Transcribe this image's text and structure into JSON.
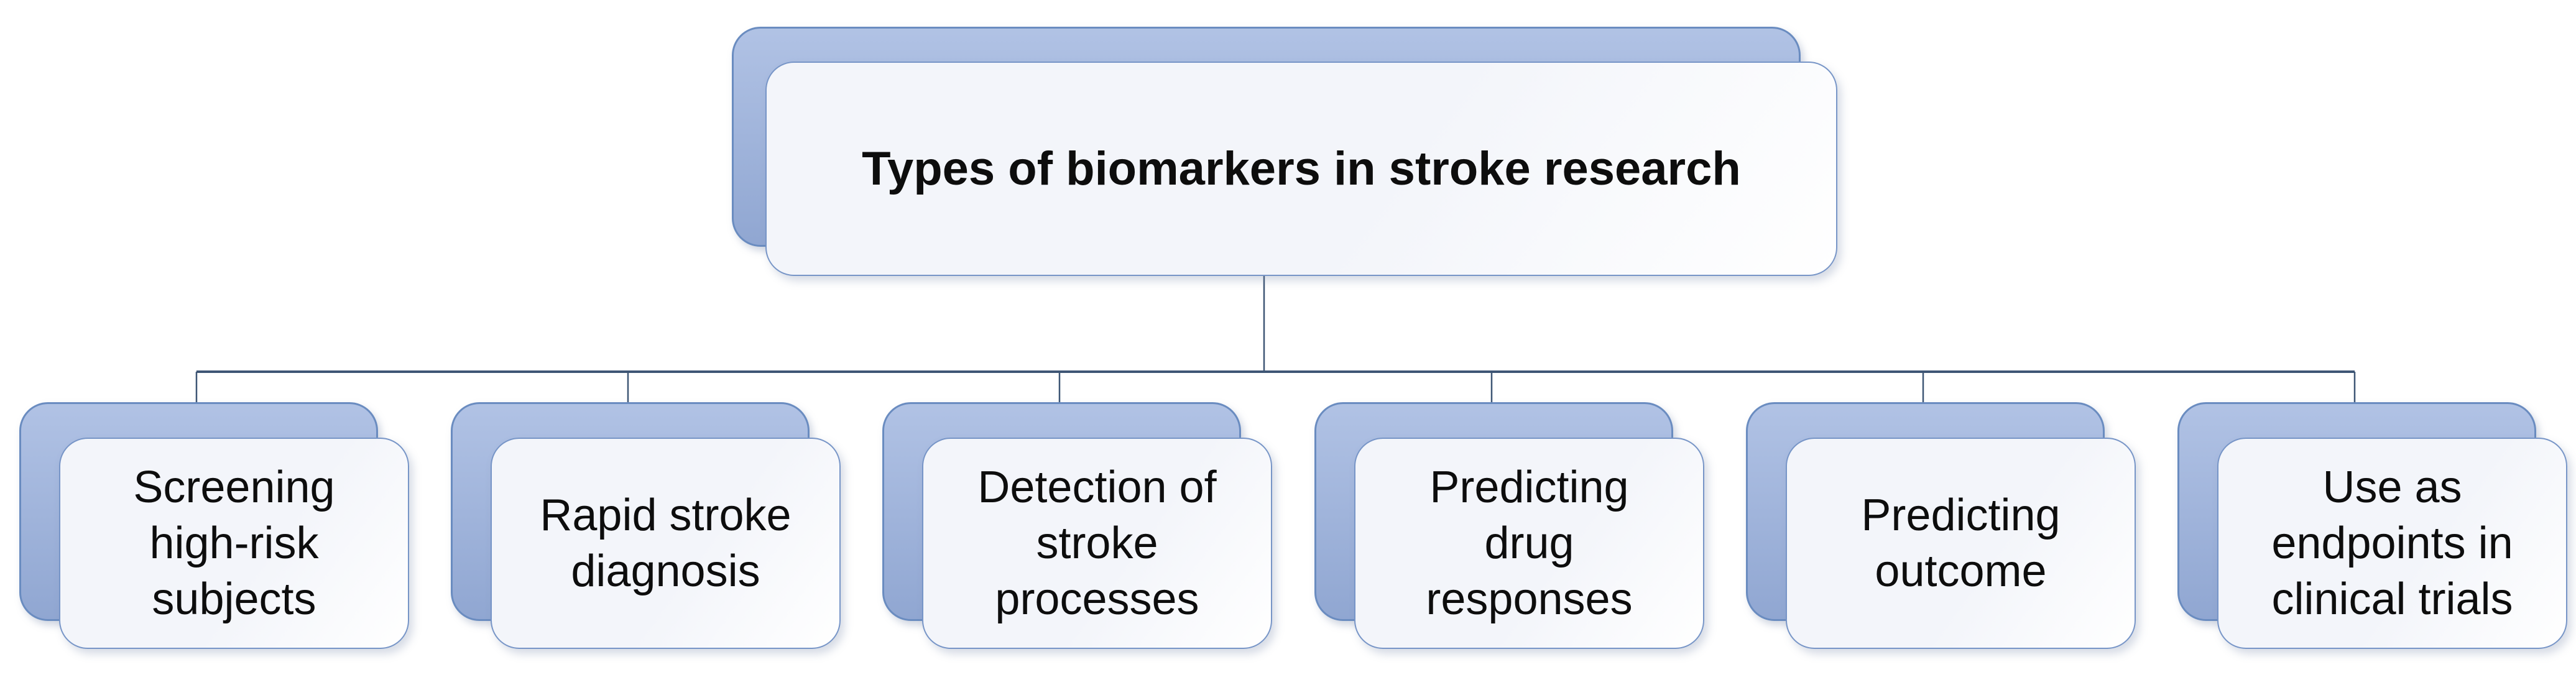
{
  "diagram": {
    "root": {
      "label": "Types of biomarkers in stroke research"
    },
    "children": [
      {
        "label": "Screening\nhigh-risk\nsubjects"
      },
      {
        "label": "Rapid stroke\ndiagnosis"
      },
      {
        "label": "Detection of\nstroke\nprocesses"
      },
      {
        "label": "Predicting\ndrug\nresponses"
      },
      {
        "label": "Predicting\noutcome"
      },
      {
        "label": "Use as\nendpoints in\nclinical trials"
      }
    ],
    "colors": {
      "background": "#ffffff",
      "node_fill": "#f3f5fa",
      "node_border": "#7795c7",
      "backplate_fill": "#9db3de",
      "backplate_border": "#6a8cc0",
      "connector": "#3e5675",
      "text": "#0d0d0d"
    }
  }
}
